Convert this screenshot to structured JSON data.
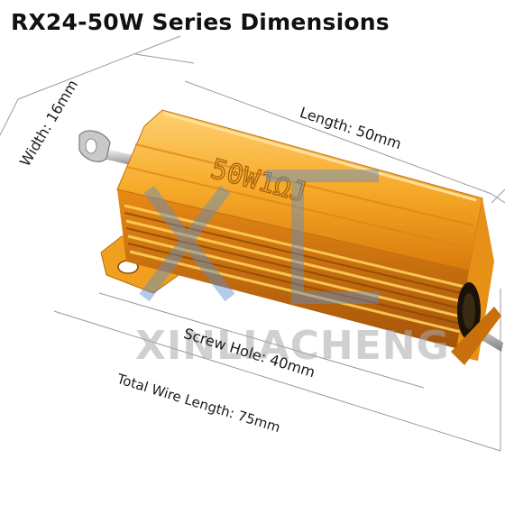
{
  "title": "RX24-50W Series Dimensions",
  "labels": {
    "width": "Width: 16mm",
    "length": "Length: 50mm",
    "screw_hole": "Screw Hole: 40mm",
    "total_wire": "Total Wire Length: 75mm"
  },
  "marking": "50W1ΩJ",
  "watermark": "XINLIACHENG",
  "colors": {
    "body_gold": "#f2a11c",
    "body_dark": "#b85f08",
    "fin_light": "#ffc247",
    "dimension_line": "#9a9a9a",
    "watermark_blue": "#5a8fd0"
  }
}
